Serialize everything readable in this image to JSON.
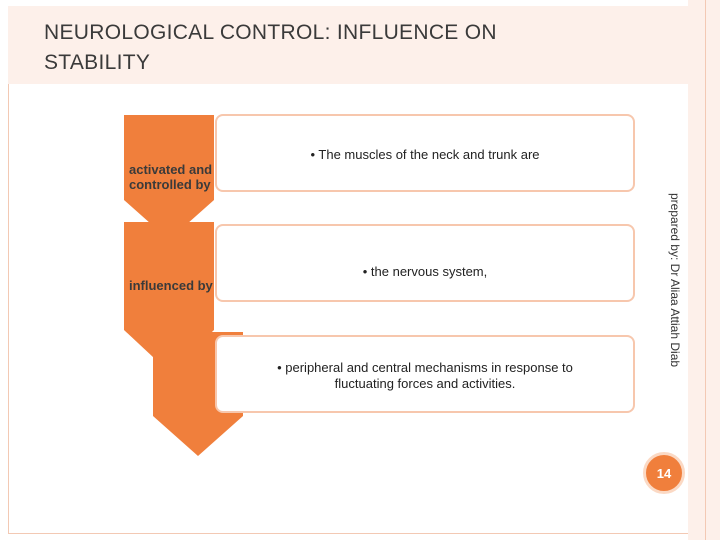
{
  "slide": {
    "title": "NEUROLOGICAL CONTROL: INFLUENCE ON STABILITY",
    "side_note": "prepared by: Dr Aliaa Attiah Diab",
    "page_number": "14"
  },
  "rows": [
    {
      "chevron_label": "activated and controlled by",
      "text": "• The muscles of the neck and trunk are"
    },
    {
      "chevron_label": "influenced by",
      "text": "• the nervous system,"
    },
    {
      "chevron_label": "",
      "text": "• peripheral and central mechanisms in response to fluctuating  forces and activities."
    }
  ],
  "colors": {
    "accent": "#f07f3c",
    "box_border": "#f7c7ad",
    "frame": "#f3c9b4"
  }
}
